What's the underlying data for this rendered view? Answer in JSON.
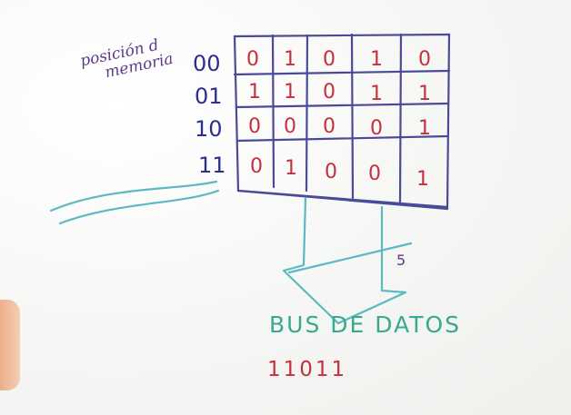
{
  "title_lines": [
    "posición d",
    "memoria"
  ],
  "addresses": [
    "00",
    "01",
    "10",
    "11"
  ],
  "memory_rows": [
    [
      "0",
      "1",
      "0",
      "1",
      "0"
    ],
    [
      "1",
      "1",
      "0",
      "1",
      "1"
    ],
    [
      "0",
      "0",
      "0",
      "0",
      "1"
    ],
    [
      "0",
      "1",
      "0",
      "0",
      "1"
    ]
  ],
  "bus_width_label": "5",
  "bus_label": "BUS DE DATOS",
  "bus_value": "11011",
  "colors": {
    "blue": "#2b2f8f",
    "red": "#c6303c",
    "green": "#3aa88f"
  }
}
